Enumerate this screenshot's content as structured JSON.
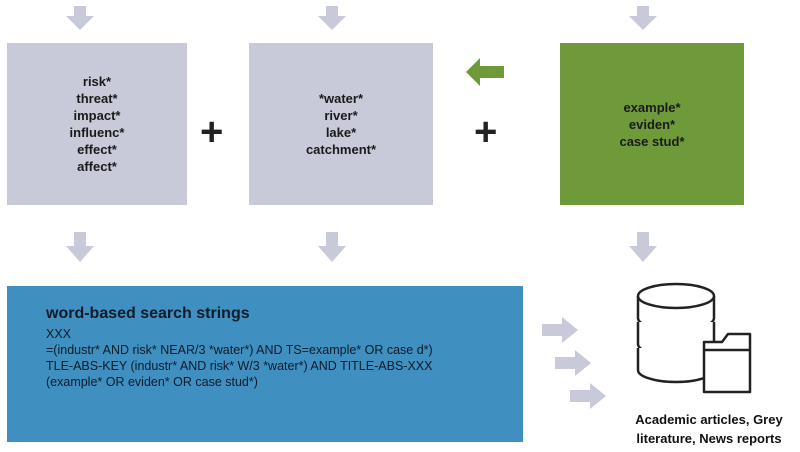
{
  "boxes": {
    "risk_terms": [
      "risk*",
      "threat*",
      "impact*",
      "influenc*",
      "effect*",
      "affect*"
    ],
    "water_terms": [
      "*water*",
      "river*",
      "lake*",
      "catchment*"
    ],
    "evidence_terms": [
      "example*",
      "eviden*",
      "case stud*"
    ]
  },
  "operators": {
    "plus1": "+",
    "plus2": "+"
  },
  "search_strings": {
    "title": "word-based search strings",
    "lines": [
      "XXX",
      "=(industr* AND risk* NEAR/3 *water*) AND TS=example* OR case d*)",
      "TLE-ABS-KEY (industr* AND risk* W/3 *water*) AND TITLE-ABS-XXX",
      "(example* OR eviden* OR case stud*)"
    ]
  },
  "database": {
    "caption_line1": "Academic articles, Grey",
    "caption_line2": "literature, News reports"
  },
  "colors": {
    "grey_box": "#c8c9d9",
    "green_box": "#6f9a3a",
    "blue_box": "#3f8fc0",
    "arrow_grey": "#c8c9d9",
    "arrow_green": "#6f9a3a"
  }
}
